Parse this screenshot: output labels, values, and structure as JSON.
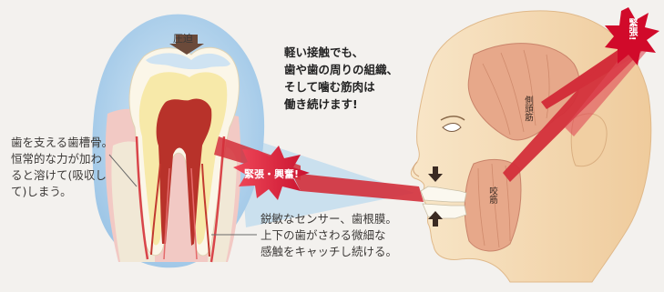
{
  "labels": {
    "pressure": "圧迫",
    "bone_text": [
      "歯を支える歯槽骨。",
      "恒常的な力が加わ",
      "ると溶けて(吸収し",
      "て)しまう。"
    ],
    "headline": [
      "軽い接触でも、",
      "歯や歯の周りの組織、",
      "そして噛む筋肉は",
      "働き続けます!"
    ],
    "sensor_text": [
      "鋭敏なセンサー、歯根膜。",
      "上下の歯がさわる微細な",
      "感触をキャッチし続ける。"
    ],
    "burst_center": "緊張・興奮!",
    "burst_corner": "緊張!",
    "temporalis": "側頭筋",
    "masseter": "咬筋"
  },
  "colors": {
    "background": "#f3f1ee",
    "bubble_blue": "#a9cde9",
    "skin": "#f6ddb8",
    "muscle": "#e7a88a",
    "burst_red": "#c8102e",
    "pulp_red": "#b8322a"
  }
}
